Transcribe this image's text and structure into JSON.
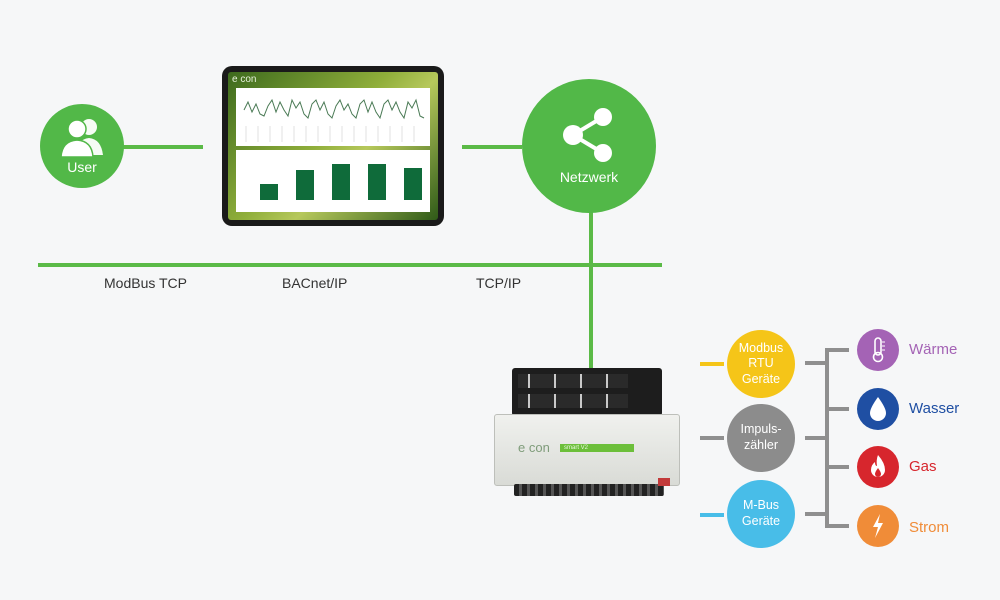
{
  "nodes": {
    "user": {
      "label": "User"
    },
    "network": {
      "label": "Netzwerk"
    },
    "tablet_logo": "e con"
  },
  "protocols": [
    "ModBus TCP",
    "BACnet/IP",
    "TCP/IP"
  ],
  "device": {
    "logo": "e con",
    "model_label": "smart V2"
  },
  "interfaces": [
    {
      "label_lines": [
        "Modbus",
        "RTU",
        "Geräte"
      ],
      "color": "#f5c518"
    },
    {
      "label_lines": [
        "Impuls-",
        "zähler"
      ],
      "color": "#8c8c8c"
    },
    {
      "label_lines": [
        "M-Bus",
        "Geräte"
      ],
      "color": "#48bde8"
    }
  ],
  "media": [
    {
      "label": "Wärme",
      "icon": "thermometer-icon",
      "color": "#a463b5"
    },
    {
      "label": "Wasser",
      "icon": "water-drop-icon",
      "color": "#1f4fa3"
    },
    {
      "label": "Gas",
      "icon": "flame-icon",
      "color": "#d7262d"
    },
    {
      "label": "Strom",
      "icon": "lightning-icon",
      "color": "#f08c38"
    }
  ],
  "colors": {
    "accent": "#52b848",
    "connector": "#8f8f8f"
  }
}
